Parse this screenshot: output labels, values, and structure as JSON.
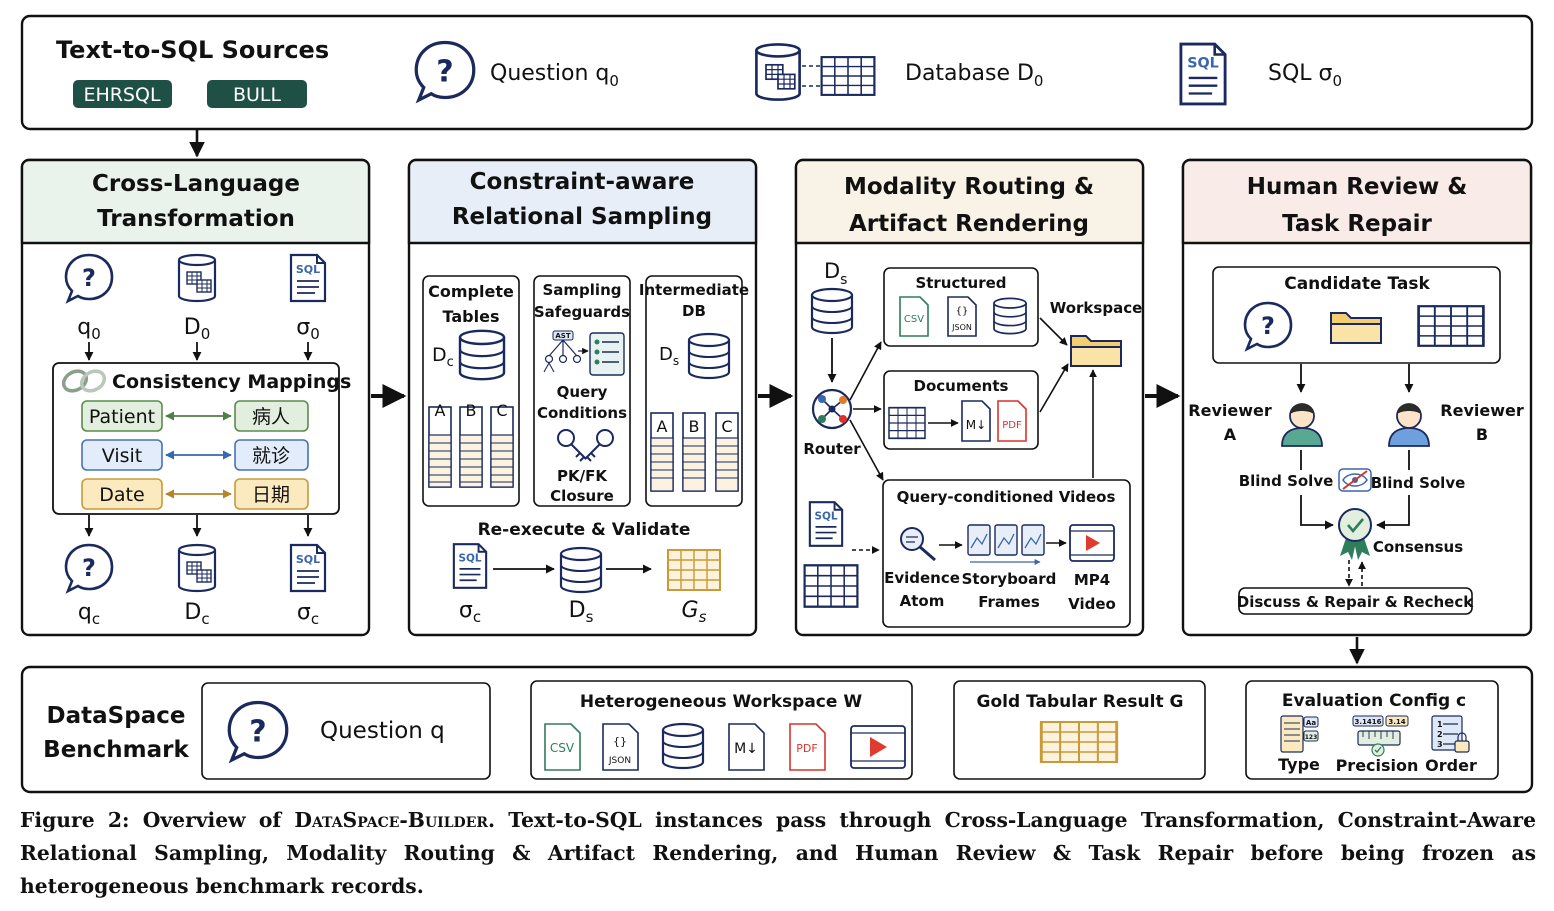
{
  "sources": {
    "title": "Text-to-SQL Sources",
    "tags": [
      "EHRSQL",
      "BULL"
    ],
    "question": "Question q",
    "question_sub": "0",
    "database": "Database D",
    "database_sub": "0",
    "sql": "SQL σ",
    "sql_sub": "0"
  },
  "panel1": {
    "title_lines": [
      "Cross-Language",
      "Transformation"
    ],
    "top": [
      {
        "sym": "q",
        "sub": "0"
      },
      {
        "sym": "D",
        "sub": "0"
      },
      {
        "sym": "σ",
        "sub": "0"
      }
    ],
    "mappings_title": "Consistency Mappings",
    "mappings": [
      {
        "left": "Patient",
        "right": "病人"
      },
      {
        "left": "Visit",
        "right": "就诊"
      },
      {
        "left": "Date",
        "right": "日期"
      }
    ],
    "bottom": [
      {
        "sym": "q",
        "sub": "c"
      },
      {
        "sym": "D",
        "sub": "c"
      },
      {
        "sym": "σ",
        "sub": "c"
      }
    ]
  },
  "panel2": {
    "title_lines": [
      "Constraint-aware",
      "Relational Sampling"
    ],
    "complete_lines": [
      "Complete",
      "Tables"
    ],
    "complete_sym": "D",
    "complete_sub": "c",
    "safeguards_lines": [
      "Sampling",
      "Safeguards"
    ],
    "ast": "AST",
    "query_lines": [
      "Query",
      "Conditions"
    ],
    "pkfk_lines": [
      "PK/FK",
      "Closure"
    ],
    "intermediate_lines": [
      "Intermediate",
      "DB"
    ],
    "intermediate_sym": "D",
    "intermediate_sub": "s",
    "columns": [
      "A",
      "B",
      "C"
    ],
    "validate": "Re-execute & Validate",
    "flow": [
      {
        "sym": "σ",
        "sub": "c"
      },
      {
        "sym": "D",
        "sub": "s"
      },
      {
        "sym": "G",
        "sub": "s"
      }
    ]
  },
  "panel3": {
    "title_lines": [
      "Modality Routing &",
      "Artifact Rendering"
    ],
    "ds_sym": "D",
    "ds_sub": "s",
    "router": "Router",
    "structured": "Structured",
    "csv": "CSV",
    "json": "JSON",
    "documents": "Documents",
    "md": "M↓",
    "pdf": "PDF",
    "workspace": "Workspace",
    "videos": "Query-conditioned Videos",
    "evidence_lines": [
      "Evidence",
      "Atom"
    ],
    "storyboard_lines": [
      "Storyboard",
      "Frames"
    ],
    "mp4_lines": [
      "MP4",
      "Video"
    ]
  },
  "panel4": {
    "title_lines": [
      "Human Review &",
      "Task Repair"
    ],
    "candidate": "Candidate Task",
    "reviewer_a_lines": [
      "Reviewer",
      "A"
    ],
    "reviewer_b_lines": [
      "Reviewer",
      "B"
    ],
    "blind_solve": "Blind Solve",
    "consensus": "Consensus",
    "discuss": "Discuss & Repair & Recheck"
  },
  "benchmark": {
    "title_lines": [
      "DataSpace",
      "Benchmark"
    ],
    "question": "Question q",
    "workspace_title": "Heterogeneous Workspace W",
    "ws_csv": "CSV",
    "ws_json": "JSON",
    "ws_md": "M↓",
    "ws_pdf": "PDF",
    "gold_title": "Gold Tabular Result G",
    "eval_title": "Evaluation Config c",
    "eval_items": [
      "Type",
      "Precision",
      "Order"
    ],
    "type_icon_a": "Aa",
    "type_icon_b": "123",
    "precision_a": "3.1416",
    "precision_b": "3.14"
  },
  "caption": {
    "prefix": "Figure 2: Overview of ",
    "name": "DataSpace-Builder",
    "text": ". Text-to-SQL instances pass through Cross-Language Transformation, Constraint-Aware Relational Sampling, Modality Routing & Artifact Rendering, and Human Review & Task Repair before being frozen as heterogeneous benchmark records."
  },
  "colors": {
    "tag_bg": "#1f5046",
    "panel1_header": "#eaf2ec",
    "panel2_header": "#e7eef8",
    "panel3_header": "#f8f3e6",
    "panel4_header": "#f8ebe8",
    "icon_blue": "#1b2a5e",
    "map_green_bg": "#e2efde",
    "map_green_border": "#5b8a4c",
    "map_blue_bg": "#e2ecfa",
    "map_blue_border": "#4573b7",
    "map_yellow_bg": "#fbeac0",
    "map_yellow_border": "#c99a3a",
    "csv_green": "#2e7d5b",
    "pdf_red": "#d9342b",
    "video_red": "#e03b2f",
    "folder_yellow": "#f6d98a"
  },
  "icons": [
    "question-bubble-icon",
    "database-icon",
    "sql-document-icon",
    "table-grid-icon",
    "link-rings-icon",
    "ast-tree-icon",
    "checklist-icon",
    "key-icon",
    "router-icon",
    "csv-file-icon",
    "json-file-icon",
    "markdown-file-icon",
    "pdf-file-icon",
    "folder-icon",
    "magnifier-icon",
    "storyboard-icon",
    "video-icon",
    "reviewer-avatar-icon",
    "hidden-eye-icon",
    "consensus-badge-icon"
  ]
}
